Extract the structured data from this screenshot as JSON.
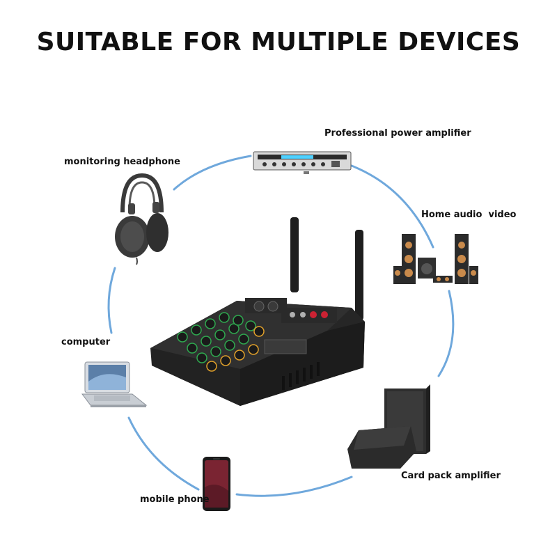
{
  "headline": "SUITABLE FOR MULTIPLE DEVICES",
  "colors": {
    "ring": "#6fa8dc",
    "text": "#111111",
    "device_dark": "#2b2b2b",
    "knob_accent": "#2fa84f",
    "speaker_wood": "#c98a4b"
  },
  "devices": [
    {
      "id": "power-amplifier",
      "label": "Professional power amplifier",
      "icon": "power-amplifier-icon"
    },
    {
      "id": "headphone",
      "label": "monitoring headphone",
      "icon": "headphone-icon"
    },
    {
      "id": "home-audio",
      "label": "Home audio  video",
      "icon": "home-speakers-icon"
    },
    {
      "id": "computer",
      "label": "computer",
      "icon": "laptop-icon"
    },
    {
      "id": "card-pack",
      "label": "Card pack amplifier",
      "icon": "stage-monitor-icon"
    },
    {
      "id": "phone",
      "label": "mobile phone",
      "icon": "smartphone-icon"
    }
  ],
  "center_product": "audio-mixer-icon"
}
